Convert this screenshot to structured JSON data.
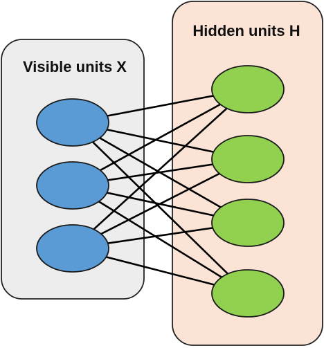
{
  "groups": {
    "visible": {
      "label": "Visible units X",
      "fill": "#ededed",
      "stroke": "#222222"
    },
    "hidden": {
      "label": "Hidden units H",
      "fill": "#fbe4d6",
      "stroke": "#222222"
    }
  },
  "colors": {
    "visible_unit": "#5b9bd5",
    "hidden_unit": "#92d050",
    "unit_stroke": "#1a1a1a",
    "edge": "#000000"
  },
  "units": {
    "visible_count": 3,
    "hidden_count": 4
  },
  "connectivity": "fully-connected bipartite"
}
